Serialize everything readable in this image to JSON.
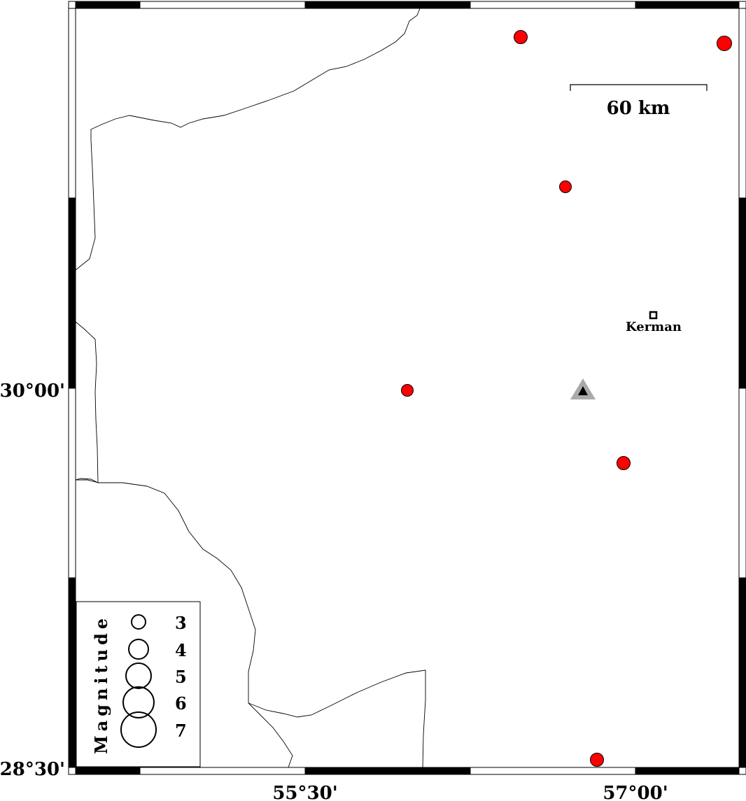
{
  "map": {
    "scale_bar_label": "60 km",
    "city": {
      "name": "Kerman",
      "icon": "square-marker-icon"
    },
    "station_icon": "triangle-icon",
    "axis_labels": {
      "lat": [
        "30°00'",
        "28°30'"
      ],
      "lon": [
        "55°30'",
        "57°00'"
      ]
    },
    "event_color": "#ff0000",
    "station_color": "#aaaaaa",
    "events": [
      {
        "magnitude_class": "M"
      },
      {
        "magnitude_class": "M"
      },
      {
        "magnitude_class": "M"
      },
      {
        "magnitude_class": "M"
      },
      {
        "magnitude_class": "M"
      },
      {
        "magnitude_class": "M"
      }
    ]
  },
  "legend": {
    "title": "Magnitude",
    "items": [
      "3",
      "4",
      "5",
      "6",
      "7"
    ]
  }
}
